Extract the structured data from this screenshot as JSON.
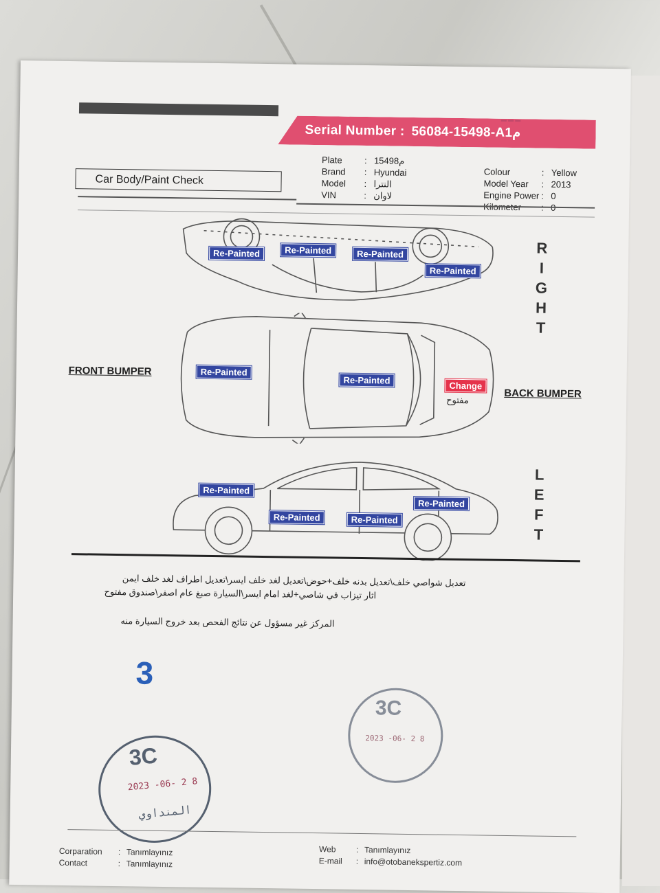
{
  "serial": {
    "label": "Serial Number :",
    "value": "56084-15498-A1م"
  },
  "vehicle": {
    "left_labels": [
      {
        "key": "Plate",
        "value": "15498م"
      },
      {
        "key": "Brand",
        "value": "Hyundai"
      },
      {
        "key": "Model",
        "value": "النترا"
      },
      {
        "key": "VIN",
        "value": "لاوان"
      }
    ],
    "right_labels": [
      {
        "key": "Colour",
        "value": "Yellow"
      },
      {
        "key": "Model Year",
        "value": "2013"
      },
      {
        "key": "Engine Power",
        "value": "0"
      },
      {
        "key": "Kilometer",
        "value": "0"
      }
    ]
  },
  "section_title": "Car Body/Paint Check",
  "sides": {
    "right": [
      "R",
      "I",
      "G",
      "H",
      "T"
    ],
    "left": [
      "L",
      "E",
      "F",
      "T"
    ]
  },
  "bumpers": {
    "front": "FRONT BUMPER",
    "back": "BACK BUMPER"
  },
  "tags": {
    "right_side": [
      "Re-Painted",
      "Re-Painted",
      "Re-Painted",
      "Re-Painted"
    ],
    "top": [
      "Re-Painted",
      "Re-Painted",
      "Change"
    ],
    "left_side": [
      "Re-Painted",
      "Re-Painted",
      "Re-Painted",
      "Re-Painted"
    ],
    "trunk_note": "مفتوح"
  },
  "notes": {
    "line1": "تعديل شواصي خلف\\تعديل بدنه خلف+حوض\\تعديل لغد خلف ايسر\\تعديل اطراف لغد خلف ايمن",
    "line2": "اثار تيزاب في شاصي+لغد امام ايسر\\السيارة صبغ عام اصفر\\صندوق مفتوح",
    "disclaimer": "المركز غير مسؤول عن نتائج الفحص بعد خروج السيارة منه"
  },
  "stamps": {
    "number": "3",
    "left": {
      "code": "3C",
      "date": "2023 -06- 2 8",
      "name": "المنداوي"
    },
    "right": {
      "code": "3C",
      "date": "2023 -06- 2 8"
    }
  },
  "footer": {
    "corporation": {
      "label": "Corparation",
      "value": "Tanımlayınız"
    },
    "contact": {
      "label": "Contact",
      "value": "Tanımlayınız"
    },
    "web": {
      "label": "Web",
      "value": "Tanımlayınız"
    },
    "email": {
      "label": "E-mail",
      "value": "info@otobanekspertiz.com"
    }
  }
}
